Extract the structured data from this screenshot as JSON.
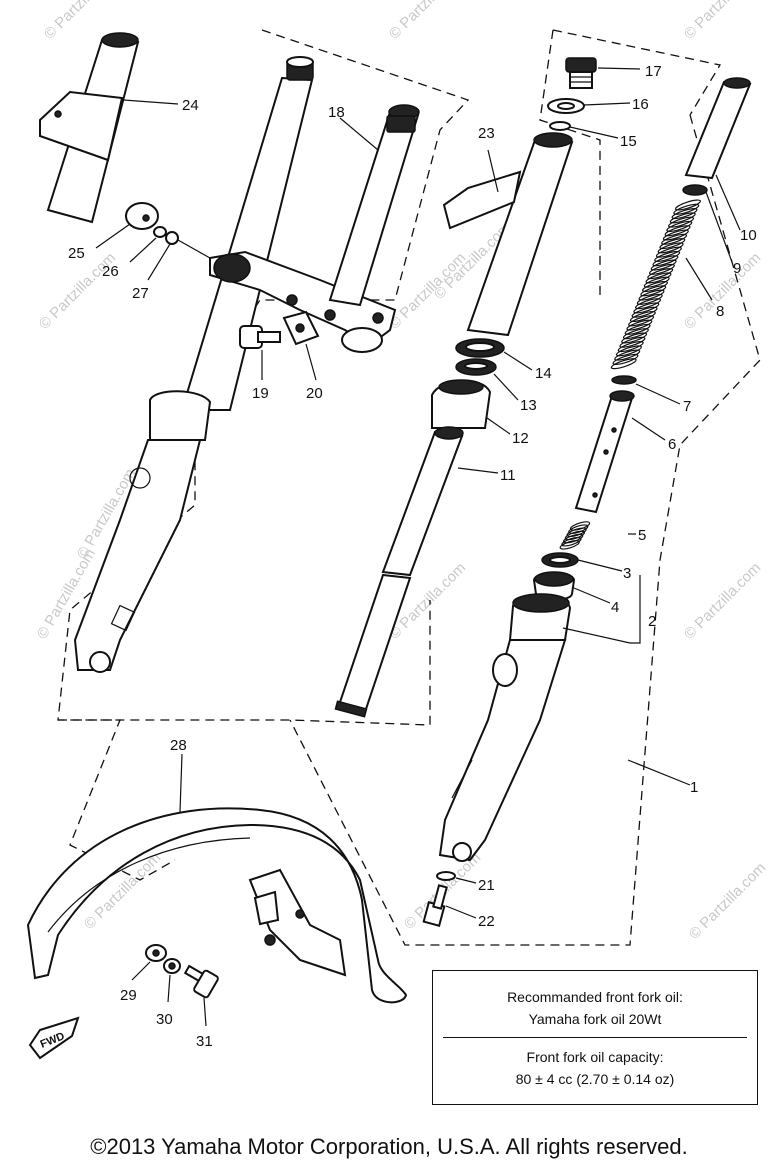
{
  "labels": [
    {
      "id": "1",
      "text": "1"
    },
    {
      "id": "2",
      "text": "2"
    },
    {
      "id": "3",
      "text": "3"
    },
    {
      "id": "4",
      "text": "4"
    },
    {
      "id": "5",
      "text": "5"
    },
    {
      "id": "6",
      "text": "6"
    },
    {
      "id": "7",
      "text": "7"
    },
    {
      "id": "8",
      "text": "8"
    },
    {
      "id": "9",
      "text": "9"
    },
    {
      "id": "10",
      "text": "10"
    },
    {
      "id": "11",
      "text": "11"
    },
    {
      "id": "12",
      "text": "12"
    },
    {
      "id": "13",
      "text": "13"
    },
    {
      "id": "14",
      "text": "14"
    },
    {
      "id": "15",
      "text": "15"
    },
    {
      "id": "16",
      "text": "16"
    },
    {
      "id": "17",
      "text": "17"
    },
    {
      "id": "18",
      "text": "18"
    },
    {
      "id": "19",
      "text": "19"
    },
    {
      "id": "20",
      "text": "20"
    },
    {
      "id": "21",
      "text": "21"
    },
    {
      "id": "22",
      "text": "22"
    },
    {
      "id": "23",
      "text": "23"
    },
    {
      "id": "24",
      "text": "24"
    },
    {
      "id": "25",
      "text": "25"
    },
    {
      "id": "26",
      "text": "26"
    },
    {
      "id": "27",
      "text": "27"
    },
    {
      "id": "28",
      "text": "28"
    },
    {
      "id": "29",
      "text": "29"
    },
    {
      "id": "30",
      "text": "30"
    },
    {
      "id": "31",
      "text": "31"
    }
  ],
  "note": {
    "line1": "Recommanded front fork oil:",
    "line2": "Yamaha fork oil  20Wt",
    "line3": "Front fork oil capacity:",
    "line4": "80 ± 4 cc (2.70 ± 0.14 oz)"
  },
  "fwd": "FWD",
  "watermark": "© Partzilla.com",
  "copyright": "©2013 Yamaha Motor Corporation, U.S.A. All rights reserved."
}
